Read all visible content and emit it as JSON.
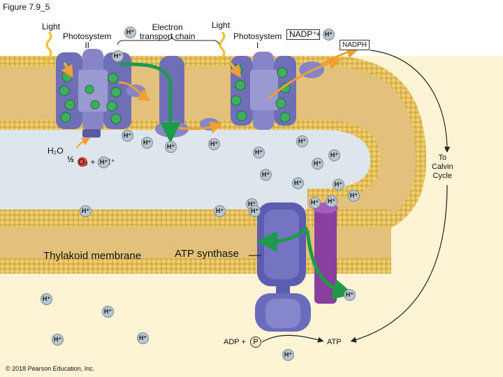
{
  "figure_title": "Figure 7.9_5",
  "labels": {
    "light_left": "Light",
    "photosystem_ii": "Photosystem\nII",
    "electron_transport_chain": "Electron\ntransport chain",
    "light_right": "Light",
    "photosystem_i": "Photosystem\nI",
    "nadp_plus": "NADP⁺",
    "plus_h": "+ H⁺",
    "nadph": "NADPH",
    "to_calvin_cycle": "To\nCalvin\nCycle",
    "water": "H₂O",
    "half_o2": "½",
    "o2_reaction": "O₂ + 2 H⁺",
    "thylakoid_membrane": "Thylakoid membrane",
    "atp_synthase": "ATP synthase",
    "adp_plus": "ADP +",
    "p": "P",
    "atp": "ATP",
    "copyright": "© 2018 Pearson Education, Inc."
  },
  "hydrogen_ion_label": "H⁺",
  "colors": {
    "membrane_head": "#e6c25a",
    "membrane_tail": "#cfa23f",
    "stroma": "#fdf2cf",
    "lumen": "#d9e4ea",
    "protein": "#6f6fb8",
    "atp_synthase_stalk": "#8a3f9e",
    "green_arrow": "#1f9a4a",
    "orange_arrow": "#f0a030",
    "electron": "#3fae5e"
  }
}
